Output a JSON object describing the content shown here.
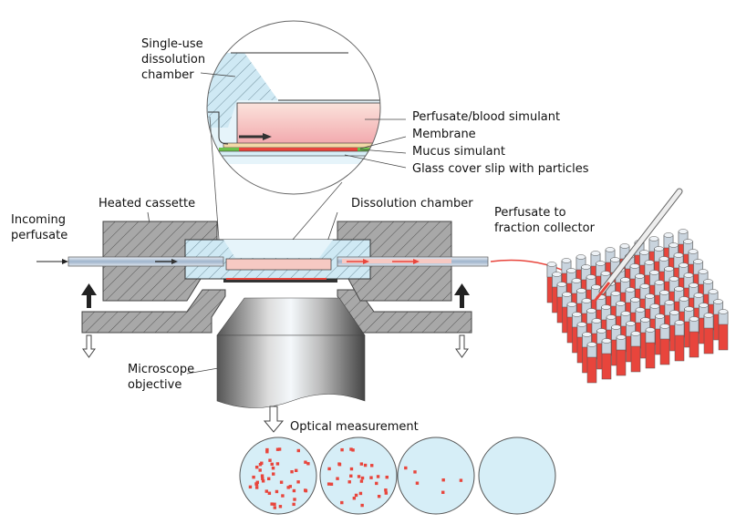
{
  "labels": {
    "single_use_chamber": [
      "Single-use",
      "dissolution",
      "chamber"
    ],
    "perfusate_blood_simulant": "Perfusate/blood simulant",
    "membrane": "Membrane",
    "mucus_simulant": "Mucus simulant",
    "glass_cover_slip": "Glass cover slip with particles",
    "incoming_perfusate": [
      "Incoming",
      "perfusate"
    ],
    "heated_cassette": "Heated cassette",
    "dissolution_chamber": "Dissolution chamber",
    "perfusate_to_collector": [
      "Perfusate to",
      "fraction collector"
    ],
    "microscope_objective": [
      "Microscope",
      "objective"
    ],
    "optical_measurement": "Optical measurement"
  },
  "colors": {
    "perfusate": "#f6c9c3",
    "particle": "#e8453c",
    "chamber": "#cfe9f4",
    "cassette": "#9a9a9a",
    "dish": "#d6eef7",
    "mucus": "#6cc04a"
  }
}
